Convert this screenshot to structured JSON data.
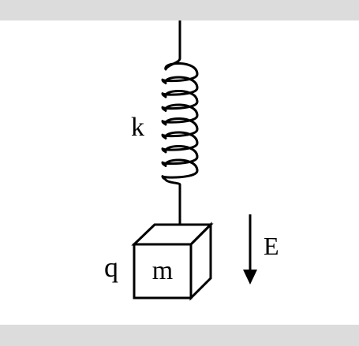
{
  "labels": {
    "spring_constant": "k",
    "charge": "q",
    "mass": "m",
    "field": "E"
  },
  "colors": {
    "stroke": "#000000",
    "band": "#dcdcdc",
    "background": "#ffffff"
  },
  "spring": {
    "coil_count": 8
  }
}
